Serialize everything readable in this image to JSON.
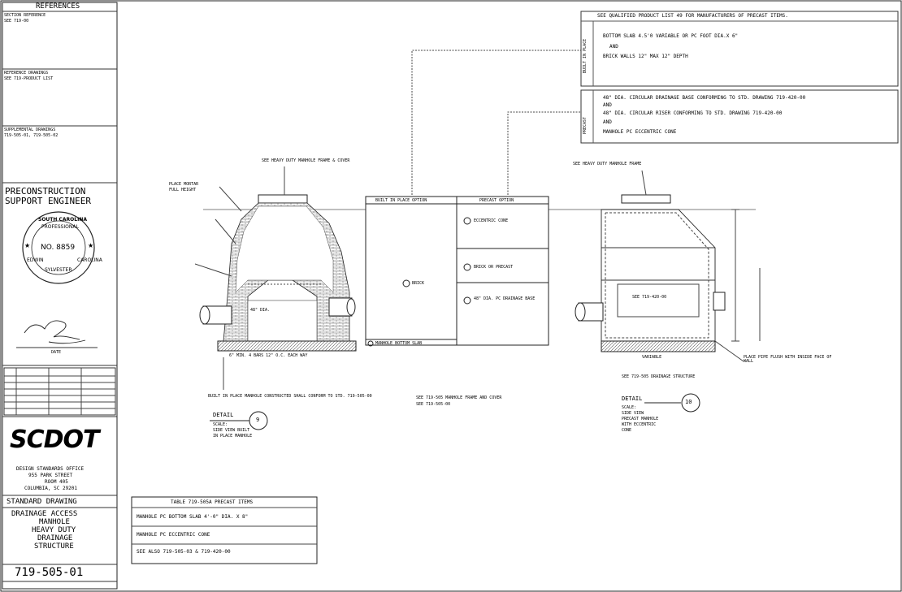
{
  "title_block": {
    "references_heading": "REFERENCES",
    "ref_line1": "SECTION REFERENCE",
    "ref_line2": "SEE 719-00",
    "ref_line3": "REFERENCE DRAWINGS",
    "ref_line4": "SEE 719-PRODUCT LIST",
    "ref_line5": "SUPPLEMENTAL DRAWINGS",
    "ref_line6": "719-505-01, 719-505-02",
    "engineer_line1": "PRECONSTRUCTION",
    "engineer_line2": "SUPPORT ENGINEER",
    "seal_top": "SOUTH CAROLINA",
    "seal_mid": "PROFESSIONAL",
    "seal_no": "NO. 8859",
    "seal_name_left": "EDWIN",
    "seal_name_bottom": "SYLVESTER",
    "seal_bottom": "CAROLINA",
    "date_label": "DATE",
    "logo": "SCDOT",
    "office_line1": "DESIGN STANDARDS OFFICE",
    "office_line2": "955 PARK STREET",
    "office_line3": "ROOM 405",
    "office_line4": "COLUMBIA, SC 29201",
    "std_drawing_label": "STANDARD DRAWING",
    "drawing_title_1": "DRAINAGE ACCESS",
    "drawing_title_2": "MANHOLE",
    "drawing_title_3": "HEAVY DUTY",
    "drawing_title_4": "DRAINAGE",
    "drawing_title_5": "STRUCTURE",
    "drawing_number": "719-505-01"
  },
  "notes": {
    "list_note": "SEE QUALIFIED PRODUCT LIST 49 FOR MANUFACTURERS OF PRECAST ITEMS.",
    "built_in_place_label": "BUILT IN PLACE",
    "bip_item1": "BOTTOM SLAB 4.5'0 VARIABLE OR PC FOOT DIA.X 6\"",
    "bip_and": "AND",
    "bip_item2": "BRICK WALLS 12\" MAX 12\" DEPTH",
    "precast_label": "PRECAST",
    "pc_item1": "48\" DIA. CIRCULAR DRAINAGE BASE CONFORMING TO STD. DRAWING 719-420-00",
    "pc_and1": "AND",
    "pc_item2": "48\" DIA. CIRCULAR RISER CONFORMING TO STD. DRAWING 719-420-00",
    "pc_and2": "AND",
    "pc_item3": "MANHOLE PC ECCENTRIC CONE"
  },
  "center_table": {
    "col1_header": "BUILT IN PLACE OPTION",
    "col2_header": "PRECAST OPTION",
    "row1": "ECCENTRIC CONE",
    "row2": "BRICK OR PRECAST",
    "row3": "48\" DIA. PC DRAINAGE BASE",
    "left_cell": "BRICK",
    "bottom_label": "MANHOLE BOTTOM SLAB",
    "center_note": "SEE 719-505 MANHOLE FRAME AND COVER",
    "center_note2": "SEE 719-505-00"
  },
  "detail9": {
    "label": "DETAIL",
    "number": "9",
    "sub1": "SCALE:",
    "sub2": "SIDE VIEW BUILT",
    "sub3": "IN PLACE MANHOLE",
    "callout_top": "SEE HEAVY DUTY MANHOLE FRAME & COVER",
    "callout_left": "PLACE MORTAR",
    "callout_left2": "FULL HEIGHT",
    "slab_label": "6\" MIN. 4 BARS 12\" O.C. EACH WAY",
    "note_bottom": "BUILT IN PLACE MANHOLE CONSTRUCTED SHALL CONFORM TO STD. 719-505-00",
    "inner_label": "48\" DIA."
  },
  "detail10": {
    "label": "DETAIL",
    "number": "10",
    "sub1": "SCALE:",
    "sub2": "SIDE VIEW",
    "sub3": "PRECAST MANHOLE",
    "sub4": "WITH ECCENTRIC",
    "sub5": "CONE",
    "callout_top": "SEE HEAVY DUTY MANHOLE FRAME",
    "callout_right": "PLACE PIPE FLUSH WITH INSIDE FACE OF WALL",
    "inner_label": "SEE 719-420-00",
    "base_label": "VARIABLE",
    "note_bottom": "SEE 719-505 DRAINAGE STRUCTURE"
  },
  "table_719": {
    "title": "TABLE 719-505A PRECAST ITEMS",
    "row1": "MANHOLE PC BOTTOM SLAB 4'-0\" DIA. X 8\"",
    "row2": "MANHOLE PC ECCENTRIC CONE",
    "row3": "SEE ALSO 719-505-03 & 719-420-00"
  }
}
